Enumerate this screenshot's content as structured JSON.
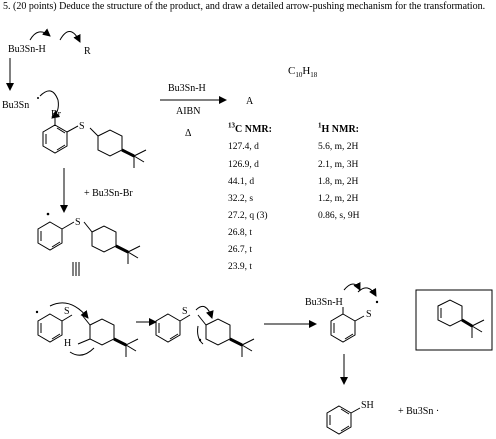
{
  "question": {
    "text": "5.  (20 points) Deduce the structure of the product, and draw a detailed arrow-pushing mechanism for the transformation."
  },
  "scheme": {
    "reagent_top": "Bu3Sn-H",
    "reagent_bottom": "AIBN",
    "heat": "Δ",
    "product_label": "A",
    "formula_prefix": "C",
    "formula_c": "10",
    "formula_h_prefix": "H",
    "formula_h": "18"
  },
  "mechanism": {
    "tin_hydride_label": "Bu3Sn-H",
    "radical_label": "R",
    "tin_radical_label": "Bu3Sn",
    "bromo_label": "Br",
    "sulfur_label": "S",
    "byproduct_label": "+ Bu3Sn-Br",
    "tin_hydride_label_2": "Bu3Sn-H",
    "thiol_label": "SH",
    "tin_radical_product": "+ Bu3Sn ·",
    "hydrogen_label": "H"
  },
  "c13": {
    "header_sup": "13",
    "header_rest": "C NMR:",
    "rows": [
      "127.4, d",
      "126.9, d",
      "44.1, d",
      "32.2, s",
      "27.2, q (3)",
      "26.8, t",
      "26.7, t",
      "23.9, t"
    ]
  },
  "h1": {
    "header_sup": "1",
    "header_rest": "H NMR:",
    "rows": [
      "5.6, m, 2H",
      "2.1, m, 3H",
      "1.8, m, 2H",
      "1.2, m, 2H",
      "0.86, s, 9H"
    ]
  }
}
